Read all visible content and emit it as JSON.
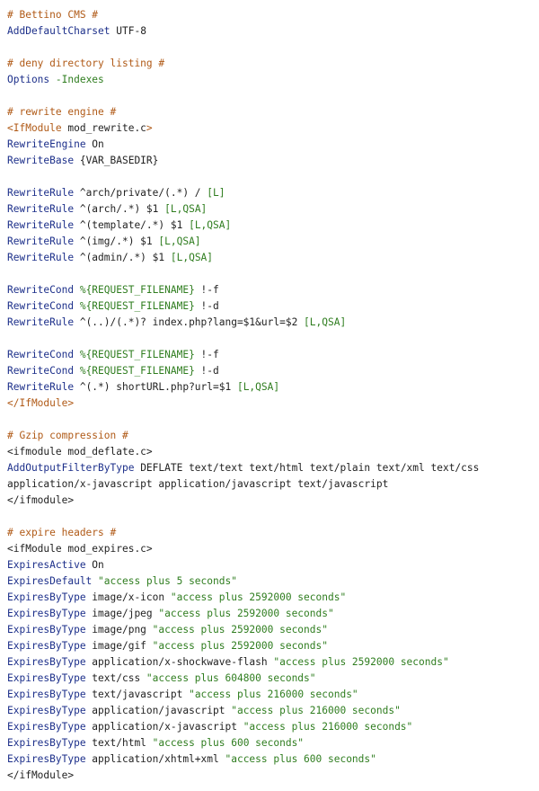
{
  "colors": {
    "comment": "#b05a17",
    "directive": "#1c2f8a",
    "text": "#222222",
    "string": "#2f7d1f",
    "tag": "#b05a17"
  },
  "lines": [
    [
      {
        "t": "# Bettino CMS #",
        "c": "comment"
      }
    ],
    [
      {
        "t": "AddDefaultCharset",
        "c": "directive"
      },
      {
        "t": " UTF-8",
        "c": "text"
      }
    ],
    [],
    [
      {
        "t": "# deny directory listing #",
        "c": "comment"
      }
    ],
    [
      {
        "t": "Options",
        "c": "directive"
      },
      {
        "t": " -Indexes",
        "c": "string"
      }
    ],
    [],
    [
      {
        "t": "# rewrite engine #",
        "c": "comment"
      }
    ],
    [
      {
        "t": "<IfModule",
        "c": "tag"
      },
      {
        "t": " mod_rewrite.c",
        "c": "text"
      },
      {
        "t": ">",
        "c": "tag"
      }
    ],
    [
      {
        "t": "RewriteEngine",
        "c": "directive"
      },
      {
        "t": " On",
        "c": "text"
      }
    ],
    [
      {
        "t": "RewriteBase",
        "c": "directive"
      },
      {
        "t": " {VAR_BASEDIR}",
        "c": "text"
      }
    ],
    [],
    [
      {
        "t": "RewriteRule",
        "c": "directive"
      },
      {
        "t": " ^arch/private/(.*) / ",
        "c": "text"
      },
      {
        "t": "[L]",
        "c": "string"
      }
    ],
    [
      {
        "t": "RewriteRule",
        "c": "directive"
      },
      {
        "t": " ^(arch/.*) $1 ",
        "c": "text"
      },
      {
        "t": "[L,QSA]",
        "c": "string"
      }
    ],
    [
      {
        "t": "RewriteRule",
        "c": "directive"
      },
      {
        "t": " ^(template/.*) $1 ",
        "c": "text"
      },
      {
        "t": "[L,QSA]",
        "c": "string"
      }
    ],
    [
      {
        "t": "RewriteRule",
        "c": "directive"
      },
      {
        "t": " ^(img/.*) $1 ",
        "c": "text"
      },
      {
        "t": "[L,QSA]",
        "c": "string"
      }
    ],
    [
      {
        "t": "RewriteRule",
        "c": "directive"
      },
      {
        "t": " ^(admin/.*) $1 ",
        "c": "text"
      },
      {
        "t": "[L,QSA]",
        "c": "string"
      }
    ],
    [],
    [
      {
        "t": "RewriteCond",
        "c": "directive"
      },
      {
        "t": " %{REQUEST_FILENAME}",
        "c": "string"
      },
      {
        "t": " !-f",
        "c": "text"
      }
    ],
    [
      {
        "t": "RewriteCond",
        "c": "directive"
      },
      {
        "t": " %{REQUEST_FILENAME}",
        "c": "string"
      },
      {
        "t": " !-d",
        "c": "text"
      }
    ],
    [
      {
        "t": "RewriteRule",
        "c": "directive"
      },
      {
        "t": " ^(..)/(.*)? index.php?lang=$1&url=$2 ",
        "c": "text"
      },
      {
        "t": "[L,QSA]",
        "c": "string"
      }
    ],
    [],
    [
      {
        "t": "RewriteCond",
        "c": "directive"
      },
      {
        "t": " %{REQUEST_FILENAME}",
        "c": "string"
      },
      {
        "t": " !-f",
        "c": "text"
      }
    ],
    [
      {
        "t": "RewriteCond",
        "c": "directive"
      },
      {
        "t": " %{REQUEST_FILENAME}",
        "c": "string"
      },
      {
        "t": " !-d",
        "c": "text"
      }
    ],
    [
      {
        "t": "RewriteRule",
        "c": "directive"
      },
      {
        "t": " ^(.*) shortURL.php?url=$1 ",
        "c": "text"
      },
      {
        "t": "[L,QSA]",
        "c": "string"
      }
    ],
    [
      {
        "t": "</IfModule>",
        "c": "tag"
      }
    ],
    [],
    [
      {
        "t": "# Gzip compression #",
        "c": "comment"
      }
    ],
    [
      {
        "t": "<ifmodule",
        "c": "text"
      },
      {
        "t": " mod_deflate.c>",
        "c": "text"
      }
    ],
    [
      {
        "t": "AddOutputFilterByType",
        "c": "directive"
      },
      {
        "t": " DEFLATE text/text text/html text/plain text/xml text/css application/x-javascript application/javascript text/javascript",
        "c": "text"
      }
    ],
    [
      {
        "t": "</ifmodule>",
        "c": "text"
      }
    ],
    [],
    [
      {
        "t": "# expire headers #",
        "c": "comment"
      }
    ],
    [
      {
        "t": "<ifModule",
        "c": "text"
      },
      {
        "t": " mod_expires.c>",
        "c": "text"
      }
    ],
    [
      {
        "t": "ExpiresActive",
        "c": "directive"
      },
      {
        "t": " On",
        "c": "text"
      }
    ],
    [
      {
        "t": "ExpiresDefault",
        "c": "directive"
      },
      {
        "t": " \"access plus 5 seconds\"",
        "c": "string"
      }
    ],
    [
      {
        "t": "ExpiresByType",
        "c": "directive"
      },
      {
        "t": " image/x-icon ",
        "c": "text"
      },
      {
        "t": "\"access plus 2592000 seconds\"",
        "c": "string"
      }
    ],
    [
      {
        "t": "ExpiresByType",
        "c": "directive"
      },
      {
        "t": " image/jpeg ",
        "c": "text"
      },
      {
        "t": "\"access plus 2592000 seconds\"",
        "c": "string"
      }
    ],
    [
      {
        "t": "ExpiresByType",
        "c": "directive"
      },
      {
        "t": " image/png ",
        "c": "text"
      },
      {
        "t": "\"access plus 2592000 seconds\"",
        "c": "string"
      }
    ],
    [
      {
        "t": "ExpiresByType",
        "c": "directive"
      },
      {
        "t": " image/gif ",
        "c": "text"
      },
      {
        "t": "\"access plus 2592000 seconds\"",
        "c": "string"
      }
    ],
    [
      {
        "t": "ExpiresByType",
        "c": "directive"
      },
      {
        "t": " application/x-shockwave-flash ",
        "c": "text"
      },
      {
        "t": "\"access plus 2592000 seconds\"",
        "c": "string"
      }
    ],
    [
      {
        "t": "ExpiresByType",
        "c": "directive"
      },
      {
        "t": " text/css ",
        "c": "text"
      },
      {
        "t": "\"access plus 604800 seconds\"",
        "c": "string"
      }
    ],
    [
      {
        "t": "ExpiresByType",
        "c": "directive"
      },
      {
        "t": " text/javascript ",
        "c": "text"
      },
      {
        "t": "\"access plus 216000 seconds\"",
        "c": "string"
      }
    ],
    [
      {
        "t": "ExpiresByType",
        "c": "directive"
      },
      {
        "t": " application/javascript ",
        "c": "text"
      },
      {
        "t": "\"access plus 216000 seconds\"",
        "c": "string"
      }
    ],
    [
      {
        "t": "ExpiresByType",
        "c": "directive"
      },
      {
        "t": " application/x-javascript ",
        "c": "text"
      },
      {
        "t": "\"access plus 216000 seconds\"",
        "c": "string"
      }
    ],
    [
      {
        "t": "ExpiresByType",
        "c": "directive"
      },
      {
        "t": " text/html ",
        "c": "text"
      },
      {
        "t": "\"access plus 600 seconds\"",
        "c": "string"
      }
    ],
    [
      {
        "t": "ExpiresByType",
        "c": "directive"
      },
      {
        "t": " application/xhtml+xml ",
        "c": "text"
      },
      {
        "t": "\"access plus 600 seconds\"",
        "c": "string"
      }
    ],
    [
      {
        "t": "</ifModule>",
        "c": "text"
      }
    ]
  ]
}
